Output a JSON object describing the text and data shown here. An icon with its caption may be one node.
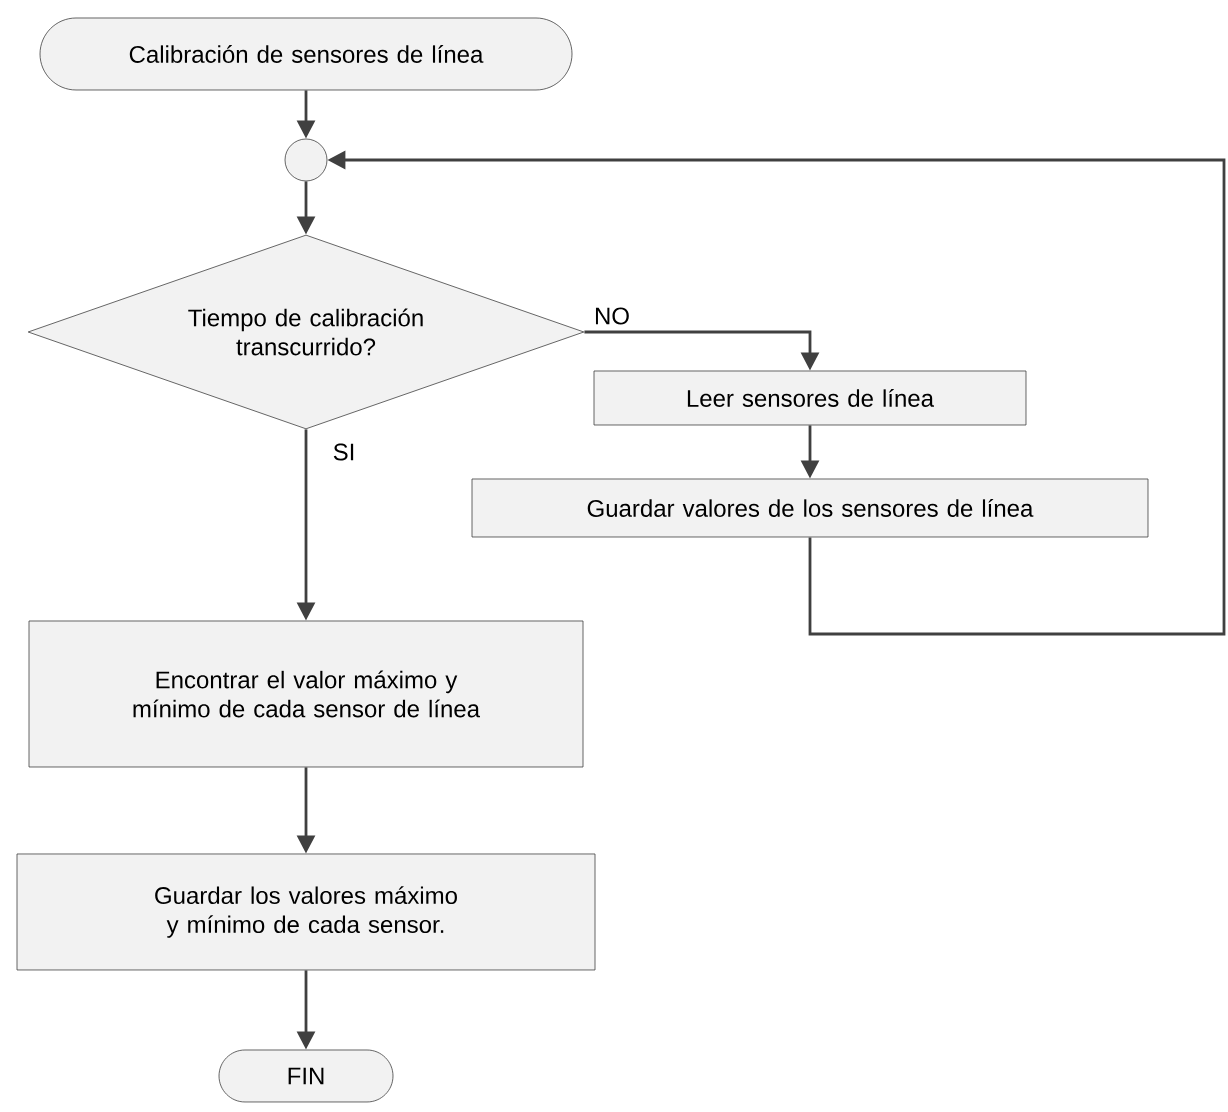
{
  "diagram": {
    "nodes": [
      {
        "text": [
          "Calibración de sensores de línea"
        ]
      },
      {
        "text": [],
        "shape": "circle"
      },
      {
        "text": [
          "Tiempo de calibración transcurrido?"
        ]
      },
      {
        "text": [
          "Leer sensores de línea"
        ]
      },
      {
        "text": [
          "Guardar valores de los sensores de línea"
        ]
      },
      {
        "text": [
          "Encontrar el valor máximo y mínimo de cada sensor de línea"
        ]
      },
      {
        "text": [
          "Guardar los valores máximo y mínimo de cada sensor."
        ]
      },
      {
        "text": [
          "FIN"
        ]
      }
    ],
    "edges": [
      {
        "from": 0,
        "to": 1,
        "arrow": "to"
      },
      {
        "from": 1,
        "to": 2,
        "arrow": "to"
      },
      {
        "from": 2,
        "to": 3,
        "arrow": "to",
        "label": "NO"
      },
      {
        "from": 3,
        "to": 4,
        "arrow": "to"
      },
      {
        "from": 4,
        "to": 1,
        "arrow": "to"
      },
      {
        "from": 2,
        "to": 5,
        "arrow": "to",
        "label": "SI"
      },
      {
        "from": 5,
        "to": 6,
        "arrow": "to"
      },
      {
        "from": 6,
        "to": 7,
        "arrow": "to"
      }
    ]
  }
}
